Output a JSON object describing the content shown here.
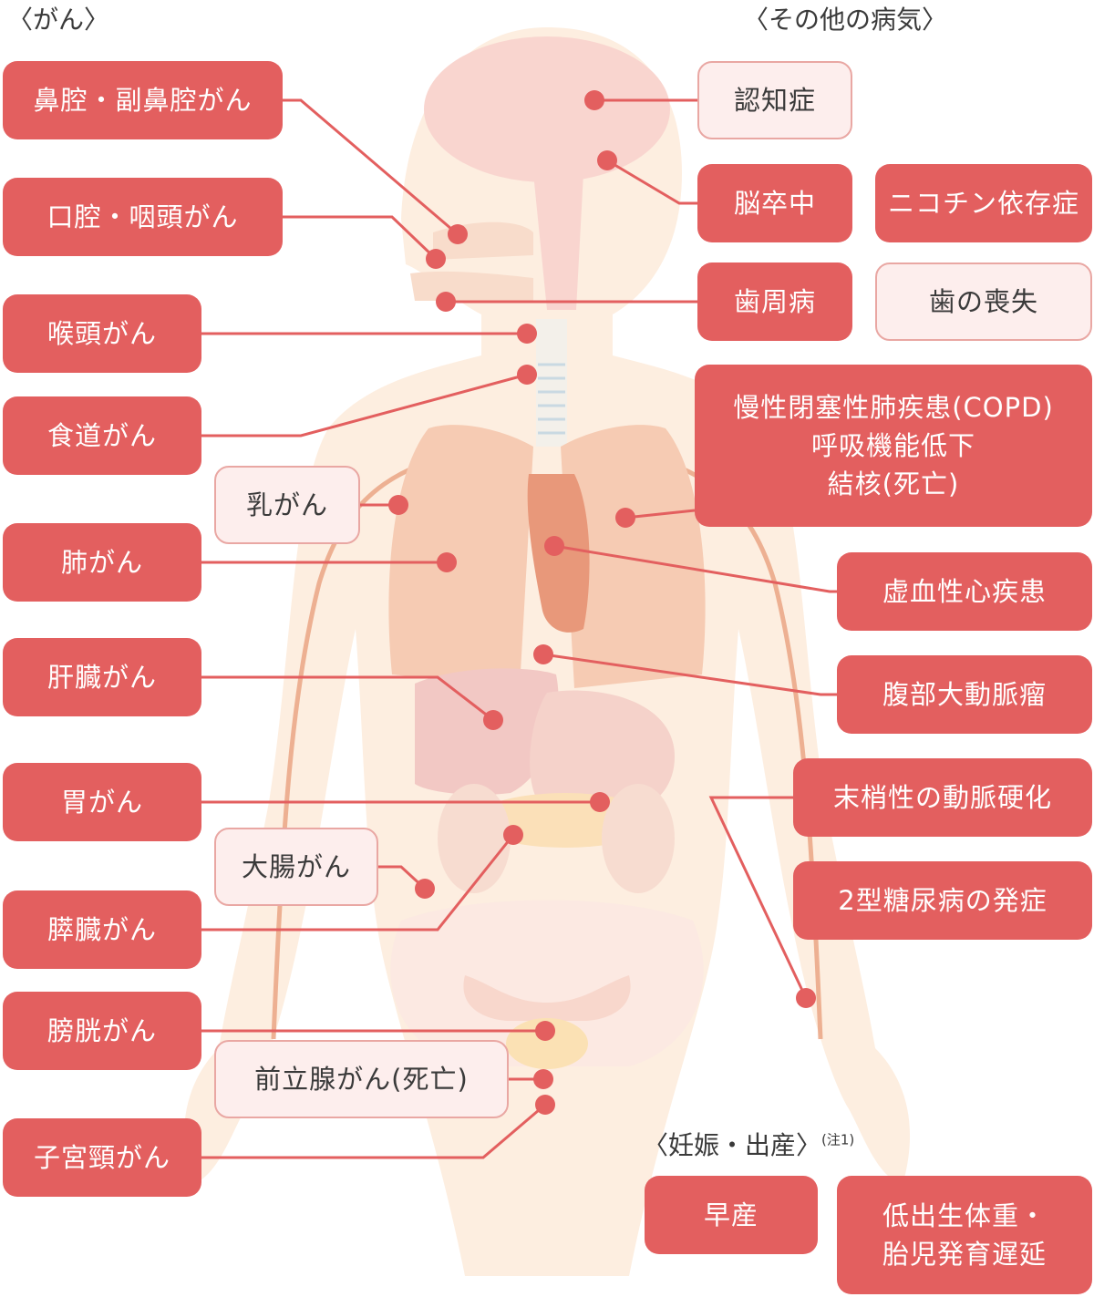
{
  "headings": {
    "cancer": "〈がん〉",
    "other": "〈その他の病気〉",
    "pregnancy": "〈妊娠・出産〉",
    "pregnancy_note": "(注1)"
  },
  "cancers": [
    "鼻腔・副鼻腔がん",
    "口腔・咽頭がん",
    "喉頭がん",
    "食道がん",
    "乳がん",
    "肺がん",
    "肝臓がん",
    "胃がん",
    "大腸がん",
    "膵臓がん",
    "膀胱がん",
    "前立腺がん(死亡)",
    "子宮頸がん"
  ],
  "other_diseases": [
    "認知症",
    "脳卒中",
    "ニコチン依存症",
    "歯周病",
    "歯の喪失",
    "慢性閉塞性肺疾患(COPD)\n呼吸機能低下\n結核(死亡)",
    "虚血性心疾患",
    "腹部大動脈瘤",
    "末梢性の動脈硬化",
    "2型糖尿病の発症"
  ],
  "pregnancy": [
    "早産",
    "低出生体重・\n胎児発育遅延"
  ],
  "colors": {
    "solid_box": "#e35f5f",
    "light_box": "#fdeeed",
    "light_border": "#e9a7a3",
    "connector": "#e35f5f",
    "body_skin": "#fdeee0",
    "organ": "#f6c9b8"
  }
}
